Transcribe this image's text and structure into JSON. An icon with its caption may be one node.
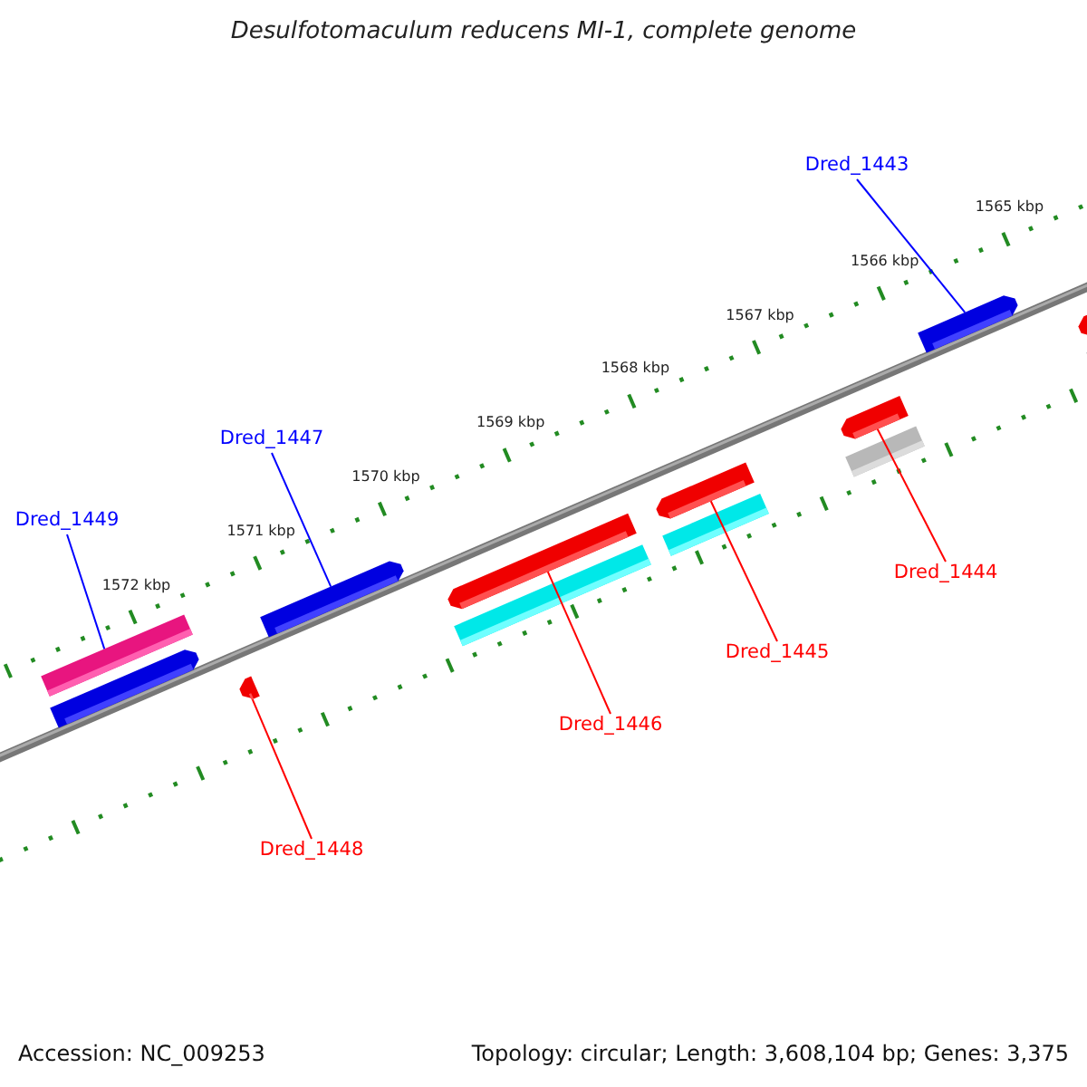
{
  "diagram": {
    "title": "Desulfotomaculum reducens MI-1, complete genome",
    "nodes": [
      {
        "text": [
          "Dred_1443"
        ]
      },
      {
        "text": [
          "Dred_1447"
        ]
      },
      {
        "text": [
          "Dred_1449"
        ]
      },
      {
        "text": [
          "Dred_1444"
        ]
      },
      {
        "text": [
          "Dred_1445"
        ]
      },
      {
        "text": [
          "Dred_1446"
        ]
      },
      {
        "text": [
          "Dred_1448"
        ]
      },
      {
        "text": [],
        "shape": "bar"
      },
      {
        "text": [],
        "shape": "bar"
      },
      {
        "text": [],
        "shape": "bar"
      },
      {
        "text": [],
        "shape": "bar"
      },
      {
        "text": [],
        "shape": "bar"
      },
      {
        "text": [],
        "shape": "bar"
      },
      {
        "text": [],
        "shape": "bar"
      },
      {
        "text": [],
        "shape": "bar"
      },
      {
        "text": [],
        "shape": "bar"
      },
      {
        "text": [],
        "shape": "bar"
      },
      {
        "text": [],
        "shape": "bar"
      },
      {
        "text": [],
        "shape": "bar"
      },
      {
        "text": [],
        "shape": "bar"
      }
    ],
    "edges": [
      {
        "from": 0,
        "to": 17,
        "arrow": "none",
        "color": "#0000ff"
      },
      {
        "from": 1,
        "to": 10,
        "arrow": "none",
        "color": "#0000ff"
      },
      {
        "from": 2,
        "to": 7,
        "arrow": "none",
        "color": "#0000ff"
      },
      {
        "from": 3,
        "to": 15,
        "arrow": "none"
      },
      {
        "from": 4,
        "to": 13,
        "arrow": "none"
      },
      {
        "from": 5,
        "to": 11,
        "arrow": "none"
      },
      {
        "from": 6,
        "to": 9,
        "arrow": "none"
      }
    ],
    "labels": [
      "1565 kbp",
      "1566 kbp",
      "1567 kbp",
      "1568 kbp",
      "1569 kbp",
      "1570 kbp",
      "1571 kbp",
      "1572 kbp",
      "Accession: NC_009253",
      "Topology: circular; Length: 3,608,104 bp; Genes: 3,375"
    ]
  }
}
